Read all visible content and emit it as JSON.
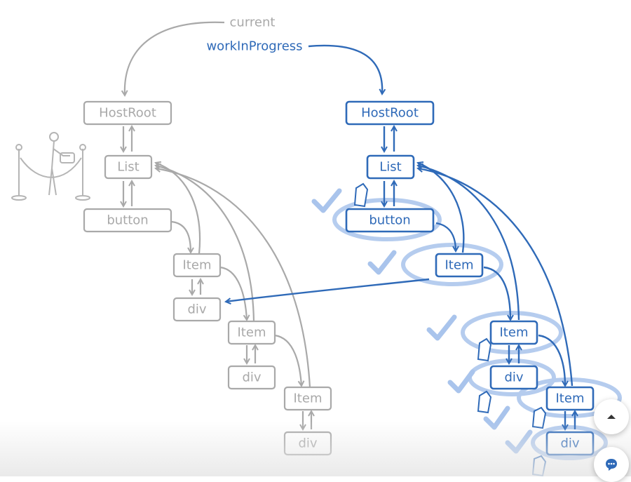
{
  "labels": {
    "current": "current",
    "work_in_progress": "workInProgress"
  },
  "colors": {
    "current_tree": "#a9a9a9",
    "wip_tree": "#2f6ab8",
    "completed_marks": "#a9c4ec"
  },
  "current_tree": {
    "host_root": "HostRoot",
    "list": "List",
    "button": "button",
    "item1": "Item",
    "div1": "div",
    "item2": "Item",
    "div2": "div",
    "item3": "Item",
    "div3": "div"
  },
  "wip_tree": {
    "host_root": "HostRoot",
    "list": "List",
    "button": "button",
    "item1": "Item",
    "item2": "Item",
    "div2": "div",
    "item3": "Item",
    "div3": "div"
  },
  "icons": {
    "scroll_top": "chevron-up-icon",
    "chat": "chat-icon",
    "doorman": "velvet-rope-doorman-icon",
    "check": "check-icon",
    "tag": "tag-icon"
  }
}
